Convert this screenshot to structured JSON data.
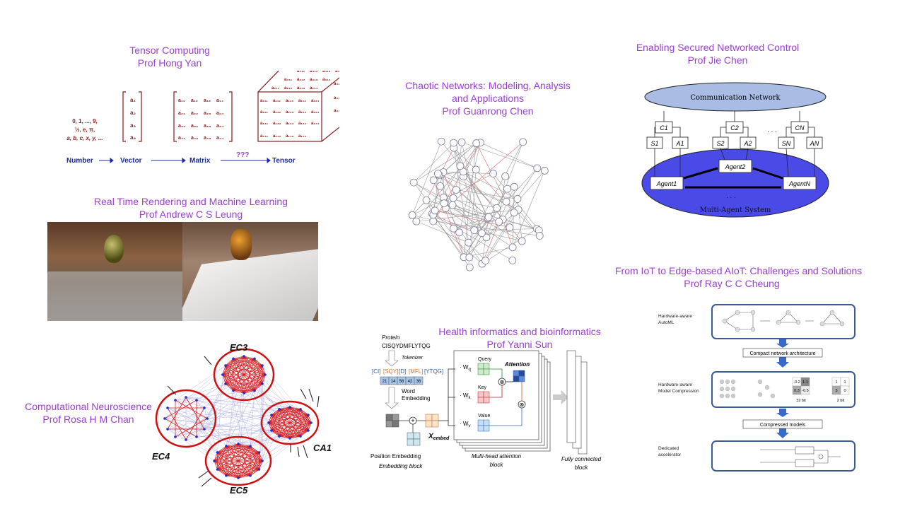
{
  "panels": {
    "tensor": {
      "title": "Tensor Computing",
      "prof": "Prof Hong Yan",
      "number_lines": [
        "0, 1, ..., 9,",
        "½, e, π,",
        "a, b, c, x, y, ..."
      ],
      "labels": {
        "number": "Number",
        "vector": "Vector",
        "matrix": "Matrix",
        "tensor": "Tensor",
        "unknown": "???"
      }
    },
    "chaotic": {
      "title_lines": [
        "Chaotic Networks: Modeling, Analysis",
        "and Applications"
      ],
      "prof": "Prof Guanrong Chen"
    },
    "networked": {
      "title": "Enabling Secured Networked Control",
      "prof": "Prof Jie Chen",
      "comm_network": "Communication Network",
      "multi_agent": "Multi-Agent System",
      "dots": ". . .",
      "controllers": [
        "C1",
        "C2",
        "CN"
      ],
      "sensors": [
        "S1",
        "S2",
        "SN"
      ],
      "actuators": [
        "A1",
        "A2",
        "AN"
      ],
      "agents": [
        "Agent1",
        "Agent2",
        "AgentN"
      ]
    },
    "rendering": {
      "title": "Real Time Rendering and Machine Learning",
      "prof": "Prof Andrew C S Leung"
    },
    "aiot": {
      "title": "From IoT to Edge-based AIoT: Challenges and Solutions",
      "prof": "Prof Ray C C Cheung",
      "row1": [
        "Hardware-aware",
        "AutoML"
      ],
      "compact": "Compact network architecture",
      "row2": [
        "Hardware-aware",
        "Model Compression"
      ],
      "compressed": "Compressed models",
      "row3": [
        "Dedicated",
        "accelerator"
      ],
      "matrix_a": [
        "-0.2",
        "1.1",
        "0.3",
        "-0.5"
      ],
      "matrix_b": [
        "1",
        "1",
        "3",
        "0"
      ],
      "bits_a": "32 bit",
      "bits_b": "2 bit"
    },
    "health": {
      "title": "Health informatics and bioinformatics",
      "prof": "Prof Yanni Sun",
      "protein": "Protein",
      "sequence": "CISQYDMFLYTQG",
      "tokenizer": "Tokenizer",
      "tokens": [
        "[CI]",
        "[SQY]",
        "[D]",
        "[MFL]",
        "[YTQG]"
      ],
      "token_ids": [
        "21",
        "14",
        "56",
        "42",
        "36"
      ],
      "word_embedding": [
        "Word",
        "Embedding"
      ],
      "position_embedding": "Position Embedding",
      "embedding_block": "Embedding block",
      "x_embed": "X",
      "x_embed_sub": "embed",
      "wq": "· W",
      "query": "Query",
      "key": "Key",
      "value": "Value",
      "attention": "Attention",
      "multihead": [
        "Multi-head attention",
        "block"
      ],
      "fc": [
        "Fully connected",
        "block"
      ]
    },
    "neuro": {
      "title": "Computational Neuroscience",
      "prof": "Prof Rosa H M Chan",
      "regions": [
        "EC3",
        "EC4",
        "CA1",
        "EC5"
      ]
    }
  }
}
